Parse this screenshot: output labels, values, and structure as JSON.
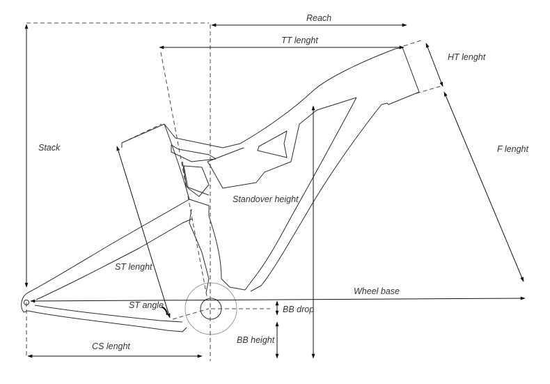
{
  "labels": {
    "reach": "Reach",
    "tt_length": "TT lenght",
    "ht_length": "HT lenght",
    "stack": "Stack",
    "f_length": "F lenght",
    "standover_height": "Standover height",
    "st_length": "ST lenght",
    "wheel_base": "Wheel base",
    "st_angle": "ST angle",
    "bb_drop": "BB drop",
    "bb_height": "BB height",
    "cs_length": "CS lenght"
  }
}
